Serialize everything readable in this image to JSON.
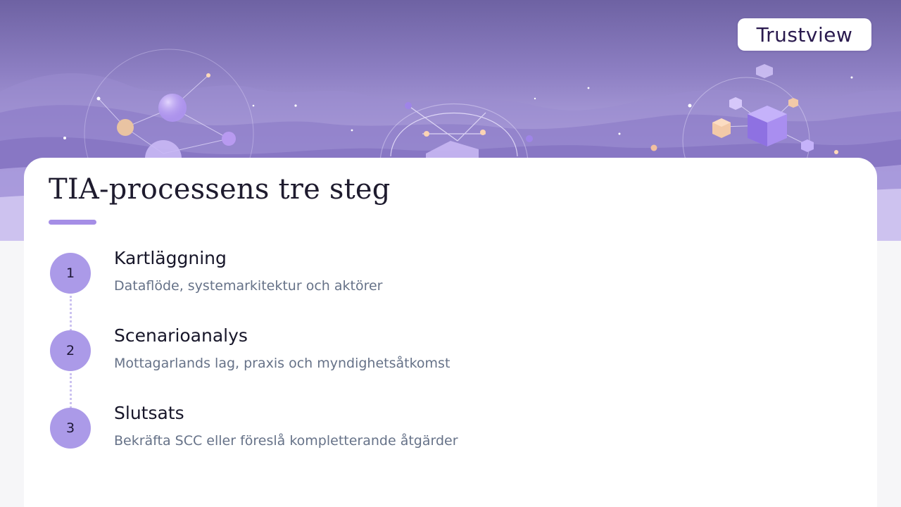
{
  "brand": {
    "logo_text": "Trustview"
  },
  "slide": {
    "title": "TIA-processens tre steg"
  },
  "steps": [
    {
      "number": "1",
      "title": "Kartläggning",
      "description": "Dataflöde, systemarkitektur och aktörer"
    },
    {
      "number": "2",
      "title": "Scenarioanalys",
      "description": "Mottagarlands lag, praxis och myndighetsåtkomst"
    },
    {
      "number": "3",
      "title": "Slutsats",
      "description": "Bekräfta SCC eller föreslå kompletterande åtgärder"
    }
  ],
  "colors": {
    "accent": "#a58ee6",
    "step_circle": "#ab9ae8",
    "hero_top": "#6e62a3",
    "hero_bottom": "#c7bdec",
    "title_text": "#1e1b2e",
    "description_text": "#667288"
  }
}
